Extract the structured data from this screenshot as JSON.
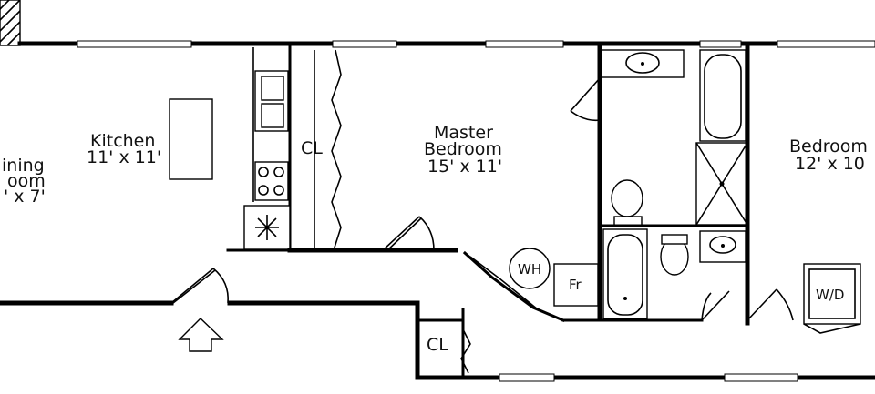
{
  "rooms": {
    "dining": {
      "name_line1": "ining",
      "name_line2": "oom",
      "size": "' x 7'"
    },
    "kitchen": {
      "name": "Kitchen",
      "size": "11' x 11'"
    },
    "master": {
      "name_line1": "Master",
      "name_line2": "Bedroom",
      "size": "15' x 11'"
    },
    "bedroom": {
      "name": "Bedroom",
      "size": "12' x 10"
    }
  },
  "labels": {
    "closet_kitchen": "CL",
    "closet_hall": "CL",
    "water_heater": "WH",
    "furnace": "Fr",
    "washer_dryer": "W/D"
  }
}
